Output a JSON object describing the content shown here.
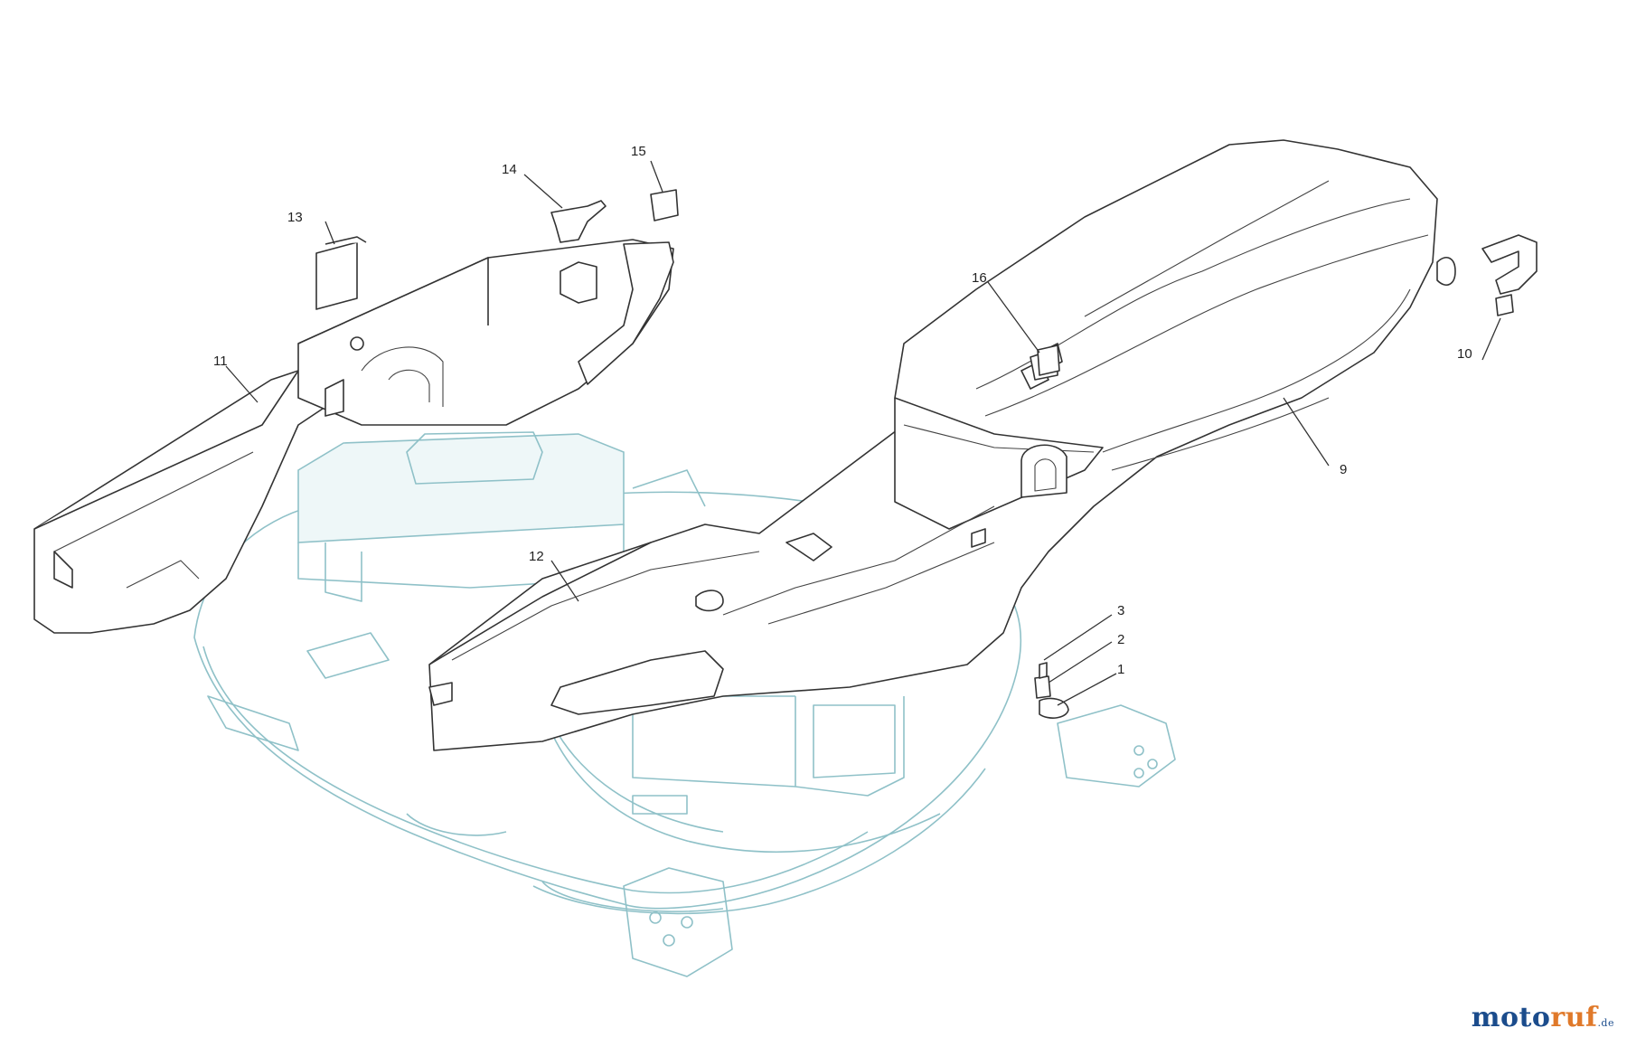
{
  "callouts": [
    {
      "id": "1",
      "text": "1"
    },
    {
      "id": "2",
      "text": "2"
    },
    {
      "id": "3",
      "text": "3"
    },
    {
      "id": "9",
      "text": "9"
    },
    {
      "id": "10",
      "text": "10"
    },
    {
      "id": "11",
      "text": "11"
    },
    {
      "id": "12",
      "text": "12"
    },
    {
      "id": "13",
      "text": "13"
    },
    {
      "id": "14",
      "text": "14"
    },
    {
      "id": "15",
      "text": "15"
    },
    {
      "id": "16",
      "text": "16"
    }
  ],
  "watermark": {
    "part1": "moto",
    "part2": "ruf",
    "part3": ".de"
  },
  "colors": {
    "deck_outline": "#8fc1c8",
    "parts_outline": "#333333",
    "brand_blue": "#1b4c8c",
    "brand_orange": "#e0792a"
  }
}
